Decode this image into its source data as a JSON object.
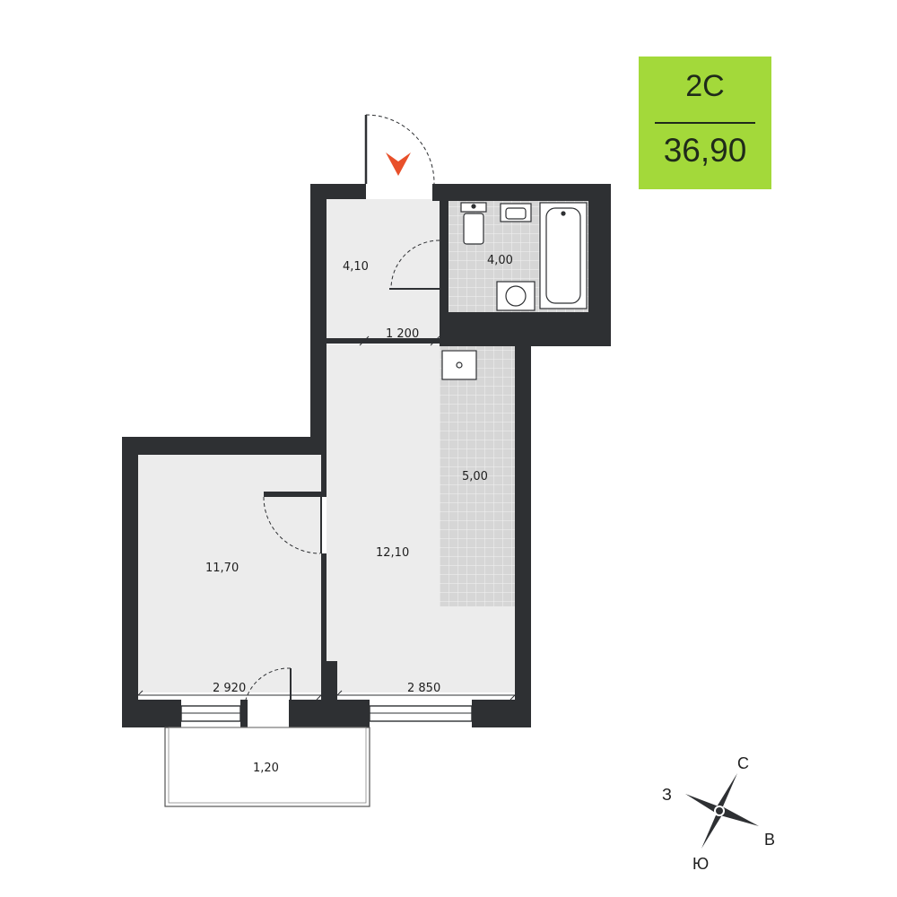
{
  "apartment": {
    "type": "2С",
    "total_area": "36,90"
  },
  "rooms": {
    "hallway_area": "4,10",
    "bathroom_area": "4,00",
    "kitchen_zone_area": "5,00",
    "living_area": "12,10",
    "bedroom_area": "11,70",
    "balcony_area": "1,20"
  },
  "dimensions": {
    "hall_width": "1 200",
    "bedroom_width": "2 920",
    "living_width": "2 850"
  },
  "compass": {
    "north": "С",
    "east": "В",
    "south": "Ю",
    "west": "З"
  },
  "colors": {
    "wall": "#2e3033",
    "floor": "#ececec",
    "tile_line": "#bdbdbd",
    "badge": "#a3d93a",
    "entry_arrow": "#e8502a"
  }
}
